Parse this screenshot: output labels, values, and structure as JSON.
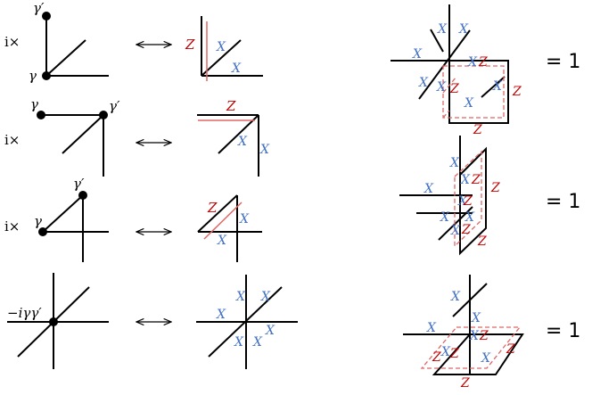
{
  "colors": {
    "ink": "#000000",
    "x_label": "#4472c4",
    "z_label": "#c00000",
    "dashed": "#e06666"
  },
  "labels": {
    "gamma": "γ",
    "gamma_prime": "γ′",
    "i_times": "i×",
    "minus_i_gamma_gamma_prime": "−iγγ′",
    "X": "X",
    "Z": "Z",
    "equals_one": "= 1"
  },
  "icons": {
    "double_arrow": "left-right-arrow-icon"
  }
}
